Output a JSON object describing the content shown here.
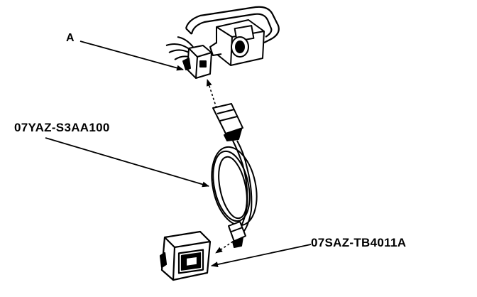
{
  "callouts": {
    "a": "A",
    "harness": "07YAZ-S3AA100",
    "unit": "07SAZ-TB4011A"
  },
  "colors": {
    "ink": "#000000",
    "paper": "#ffffff"
  }
}
